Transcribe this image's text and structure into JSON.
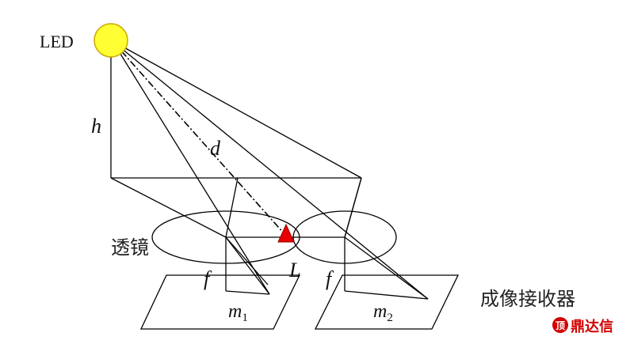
{
  "labels": {
    "led": "LED",
    "height": "h",
    "distance": "d",
    "lens": "透镜",
    "focal_left": "f",
    "focal_right": "f",
    "baseline": "L",
    "image_left_base": "m",
    "image_left_sub": "1",
    "image_right_base": "m",
    "image_right_sub": "2",
    "receiver": "成像接收器"
  },
  "watermark": {
    "text": "鼎达信",
    "symbol": "顶"
  },
  "colors": {
    "led_fill": "#ffff33",
    "led_stroke": "#c9a800",
    "marker_fill": "#e80000",
    "watermark": "#d40000"
  }
}
